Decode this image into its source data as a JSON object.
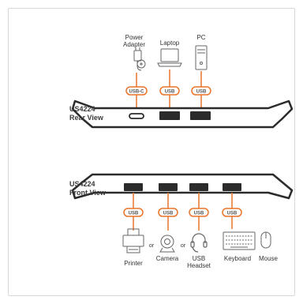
{
  "colors": {
    "accent": "#e8742a",
    "device_fill": "#ffffff",
    "device_stroke": "#2b2b2b",
    "port_fill": "#2b2b2b",
    "icon_stroke": "#666666"
  },
  "rear": {
    "title_line1": "US4224",
    "title_line2": "Rear View",
    "devices": [
      {
        "label_line1": "Power",
        "label_line2": "Adapter",
        "port": "USB-C",
        "icon": "power-adapter-icon"
      },
      {
        "label_line1": "Laptop",
        "label_line2": "",
        "port": "USB",
        "icon": "laptop-icon"
      },
      {
        "label_line1": "PC",
        "label_line2": "",
        "port": "USB",
        "icon": "pc-tower-icon"
      }
    ]
  },
  "front": {
    "title_line1": "US4224",
    "title_line2": "Front View",
    "ports": [
      "USB",
      "USB",
      "USB",
      "USB"
    ],
    "devices": [
      {
        "label_line1": "Printer",
        "label_line2": "",
        "icon": "printer-icon"
      },
      {
        "label_line1": "Camera",
        "label_line2": "",
        "icon": "camera-icon"
      },
      {
        "label_line1": "USB",
        "label_line2": "Headset",
        "icon": "headset-icon"
      },
      {
        "label_line1": "Keyboard",
        "label_line2": "",
        "icon": "keyboard-icon"
      },
      {
        "label_line1": "Mouse",
        "label_line2": "",
        "icon": "mouse-icon"
      }
    ],
    "or_text": "or"
  }
}
